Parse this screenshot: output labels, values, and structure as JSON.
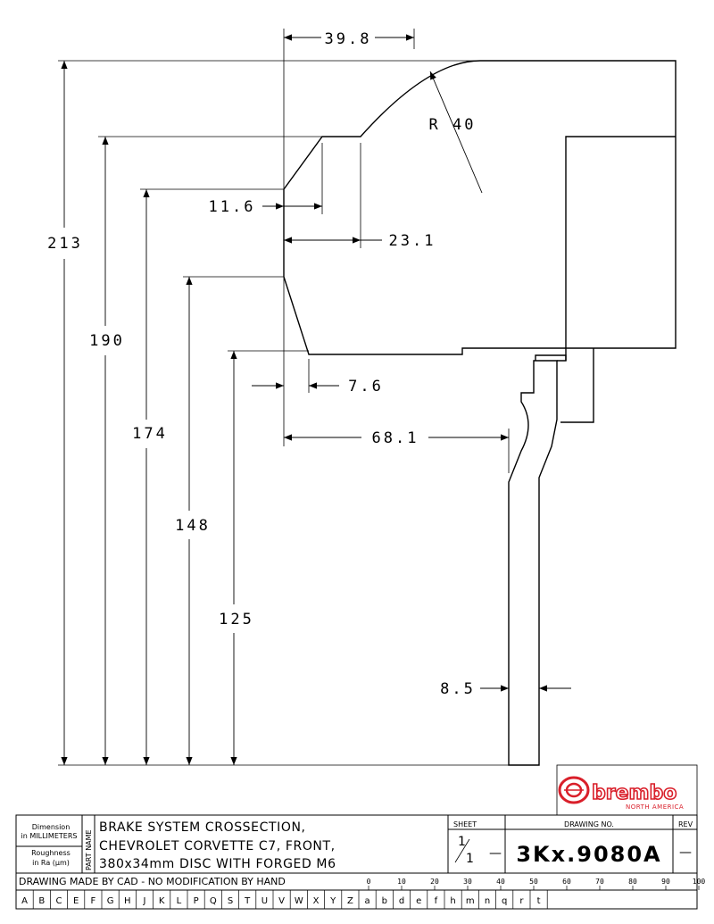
{
  "dimensions": {
    "d_39_8": "39.8",
    "d_r40": "R 40",
    "d_11_6": "11.6",
    "d_23_1": "23.1",
    "d_213": "213",
    "d_190": "190",
    "d_174": "174",
    "d_148": "148",
    "d_125": "125",
    "d_7_6": "7.6",
    "d_68_1": "68.1",
    "d_8_5": "8.5"
  },
  "title_block": {
    "units_line1": "Dimension",
    "units_line2": "in MILLIMETERS",
    "roughness_line1": "Roughness",
    "roughness_line2": "in Ra (µm)",
    "part_name_label": "PART NAME",
    "title_line1": "BRAKE SYSTEM CROSSECTION,",
    "title_line2": "CHEVROLET CORVETTE C7, FRONT,",
    "title_line3": "380x34mm DISC WITH FORGED M6",
    "sheet_label": "SHEET",
    "sheet_num": "1",
    "sheet_total": "1",
    "sheet_dash": "—",
    "drawing_no_label": "DRAWING NO.",
    "drawing_no": "3Kx.9080A",
    "rev_label": "REV",
    "rev_value": "—",
    "cad_note": "DRAWING MADE BY CAD - NO MODIFICATION BY HAND",
    "scale_ticks": [
      "0",
      "10",
      "20",
      "30",
      "40",
      "50",
      "60",
      "70",
      "80",
      "90",
      "100"
    ],
    "letters": [
      "A",
      "B",
      "C",
      "E",
      "F",
      "G",
      "H",
      "J",
      "K",
      "L",
      "P",
      "Q",
      "S",
      "T",
      "U",
      "V",
      "W",
      "X",
      "Y",
      "Z",
      "a",
      "b",
      "d",
      "e",
      "f",
      "h",
      "m",
      "n",
      "q",
      "r",
      "t"
    ]
  },
  "logo": {
    "word": "brembo",
    "sub": "NORTH AMERICA",
    "color": "#d91f2a"
  }
}
